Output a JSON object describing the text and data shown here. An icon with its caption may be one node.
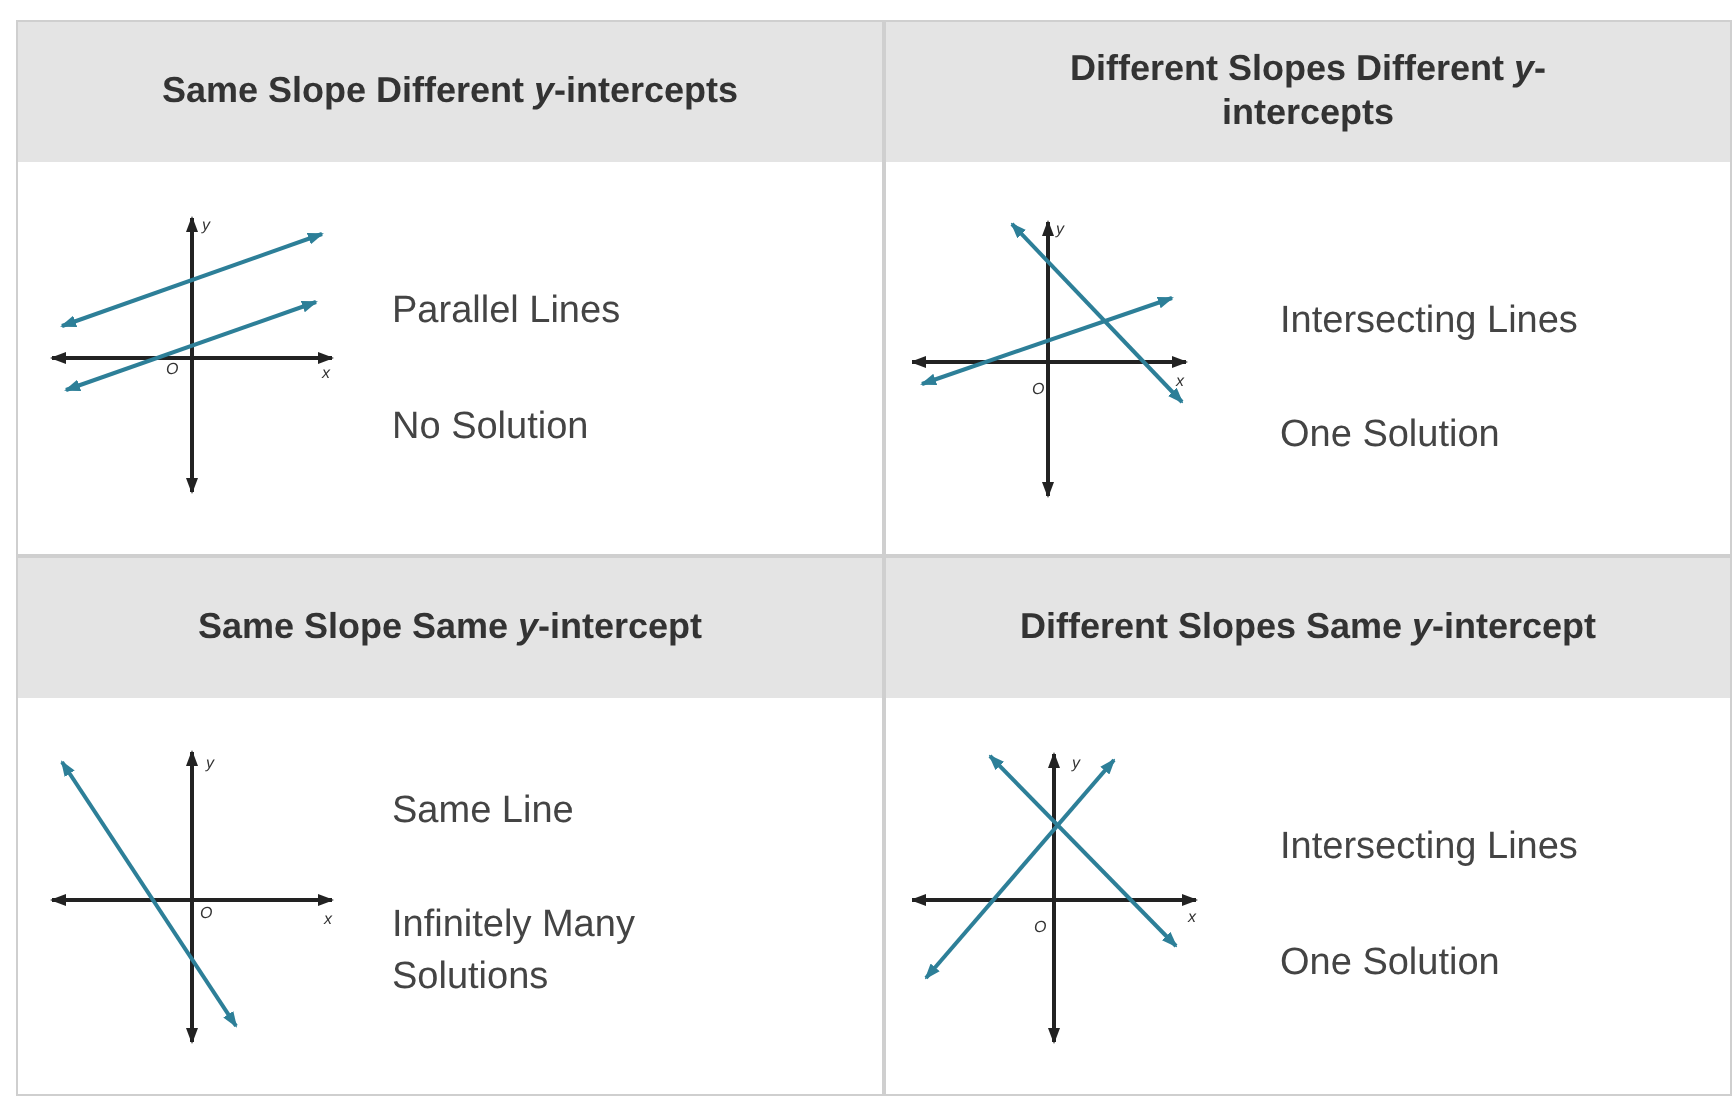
{
  "diagram": {
    "nodes": [
      {
        "text": [
          "Same Slope Different *y*-intercepts",
          "Parallel Lines",
          "No Solution"
        ]
      },
      {
        "text": [
          "Different Slopes Different *y*-intercepts",
          "Intersecting Lines",
          "One Solution"
        ]
      },
      {
        "text": [
          "Same Slope Same *y*-intercept",
          "Same Line",
          "Infinitely Many Solutions"
        ]
      },
      {
        "text": [
          "Different Slopes Same *y*-intercept",
          "Intersecting Lines",
          "One Solution"
        ]
      }
    ],
    "labels": [
      "y",
      "O",
      "x",
      "y",
      "O",
      "x",
      "y",
      "O",
      "x",
      "y",
      "O",
      "x"
    ]
  }
}
